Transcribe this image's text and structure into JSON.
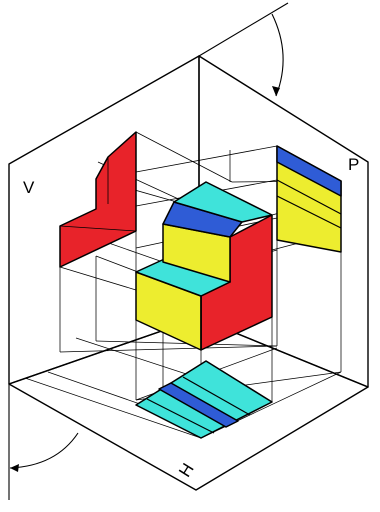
{
  "labels": {
    "vertical_plane": "V",
    "profile_plane": "P",
    "horizontal_plane": "H"
  },
  "colors": {
    "red": "#e8232a",
    "yellow": "#eded2f",
    "cyan": "#3fe3da",
    "blue": "#2f5cd6",
    "line": "#000000",
    "background": "#ffffff"
  }
}
